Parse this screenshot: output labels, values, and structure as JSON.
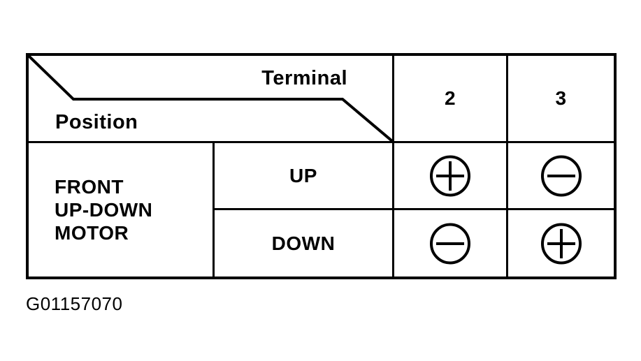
{
  "figure": {
    "caption": "G01157070",
    "colors": {
      "ink": "#000000",
      "paper": "#ffffff"
    }
  },
  "table": {
    "corner": {
      "top_right_label": "Terminal",
      "bottom_left_label": "Position"
    },
    "terminal_columns": [
      "2",
      "3"
    ],
    "row_group_label": {
      "lines": [
        "FRONT",
        "UP-DOWN",
        "MOTOR"
      ]
    },
    "rows": [
      {
        "position": "UP",
        "terminal_2": "plus",
        "terminal_3": "minus"
      },
      {
        "position": "DOWN",
        "terminal_2": "minus",
        "terminal_3": "plus"
      }
    ]
  }
}
